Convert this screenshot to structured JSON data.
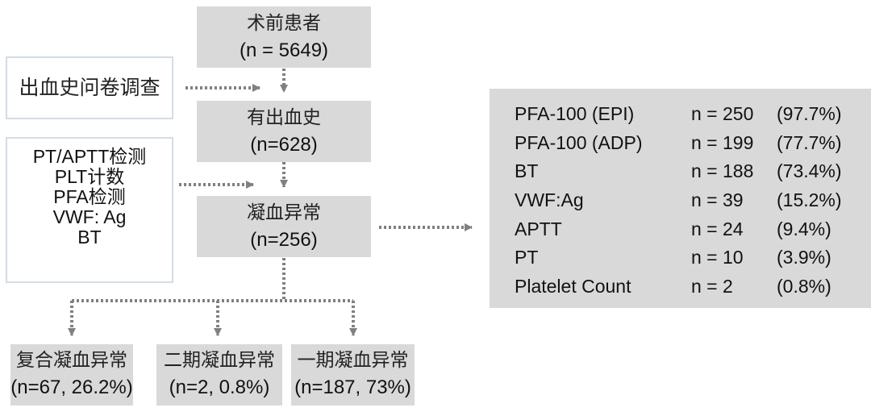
{
  "flow": {
    "main": [
      {
        "title": "术前患者",
        "count": "(n = 5649)"
      },
      {
        "title": "有出血史",
        "count": "(n=628)"
      },
      {
        "title": "凝血异常",
        "count": "(n=256)"
      }
    ],
    "inputs": {
      "questionnaire": "出血史问卷调查",
      "tests": [
        "PT/APTT检测",
        "PLT计数",
        "PFA检测",
        "VWF: Ag",
        "BT"
      ]
    },
    "outcomes": [
      {
        "title": "复合凝血异常",
        "count": "(n=67, 26.2%)"
      },
      {
        "title": "二期凝血异常",
        "count": "(n=2, 0.8%)"
      },
      {
        "title": "一期凝血异常",
        "count": "(n=187, 73%)"
      }
    ]
  },
  "results_table": {
    "rows": [
      {
        "test": "PFA-100 (EPI)",
        "n": "n = 250",
        "pct": "(97.7%)"
      },
      {
        "test": "PFA-100 (ADP)",
        "n": "n = 199",
        "pct": "(77.7%)"
      },
      {
        "test": "BT",
        "n": "n = 188",
        "pct": "(73.4%)"
      },
      {
        "test": "VWF:Ag",
        "n": "n = 39",
        "pct": "(15.2%)"
      },
      {
        "test": "APTT",
        "n": "n = 24",
        "pct": "(9.4%)"
      },
      {
        "test": "PT",
        "n": "n = 10",
        "pct": "(3.9%)"
      },
      {
        "test": "Platelet Count",
        "n": "n = 2",
        "pct": "(0.8%)"
      }
    ]
  },
  "colors": {
    "box_fill": "#d9d9d9",
    "outline": "#d3dde6",
    "arrow": "#808080"
  }
}
